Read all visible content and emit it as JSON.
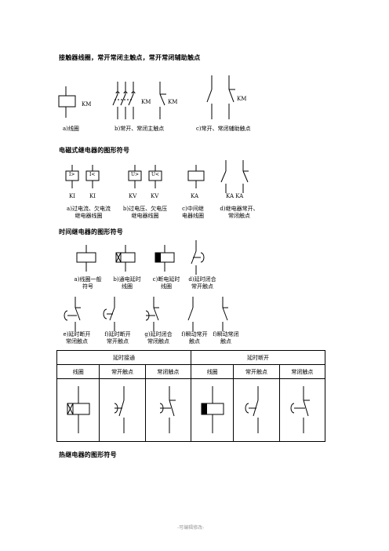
{
  "headings": {
    "contactor": "接触器线圈，常开常闭主触点，常开常闭辅助触点",
    "em_relay": "电磁式继电器的图形符号",
    "time_relay": "时间继电器的图形符号",
    "thermal": "热继电器的图形符号"
  },
  "contactor": {
    "km": "KM",
    "cap_a": "a)线圈",
    "cap_b": "b)常开、常闭主触点",
    "cap_c": "c)常开、常闭辅助触点"
  },
  "em_relay": {
    "box1": "I>",
    "box2": "I<",
    "box3": "U>",
    "box4": "U<",
    "ki1": "KI",
    "ki2": "KI",
    "kv1": "KV",
    "kv2": "KV",
    "ka": "KA",
    "ka_ka": "KA  KA",
    "cap_a1": "a)过电流、欠电流",
    "cap_a2": "继电器线圈",
    "cap_b1": "b)过电压、欠电压",
    "cap_b2": "继电器线圈",
    "cap_c1": "c)中间继",
    "cap_c2": "电器线圈",
    "cap_d1": "d)继电器常开、",
    "cap_d2": "常闭触点"
  },
  "time_relay": {
    "cap_a1": "a)线圈一般",
    "cap_a2": "符号",
    "cap_b1": "b)通电延时",
    "cap_b2": "线圈",
    "cap_c1": "c)断电延时",
    "cap_c2": "线圈",
    "cap_d1": "d)延时闭合",
    "cap_d2": "常开触点",
    "cap_e1": "e)延时断开",
    "cap_e2": "常闭触点",
    "cap_f1": "f)延时断开",
    "cap_f2": "常开触点",
    "cap_g1": "g)延时闭合",
    "cap_g2": "常闭触点",
    "cap_h1": "f)瞬动常开",
    "cap_h2": "触点",
    "cap_i1": "f)瞬动常闭",
    "cap_i2": "触点"
  },
  "table": {
    "group1": "延时接通",
    "group2": "延时断开",
    "col_coil1": "线圈",
    "col_no1": "常开触点",
    "col_nc1": "常闭触点",
    "col_coil2": "线圈",
    "col_no2": "常开触点",
    "col_nc2": "常闭触点"
  },
  "footer": "-可编辑修改-"
}
